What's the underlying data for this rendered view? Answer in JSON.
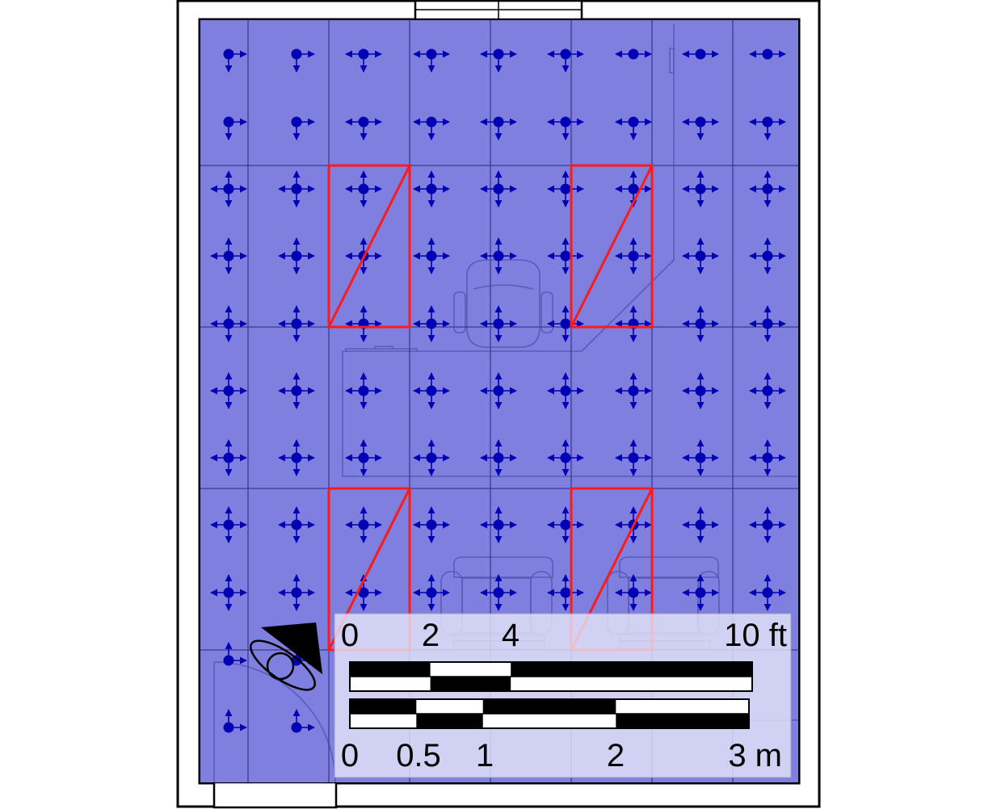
{
  "colors": {
    "floor": "#7f7fdf",
    "grid": "#3a3a8e",
    "marker": "#0000b4",
    "luminaire": "#ff1a1a",
    "wall": "#000000",
    "furniture": "#5a5ab8",
    "scale_panel": "#c7c7f0"
  },
  "icons": {
    "point": "calc-point-icon",
    "luminaire": "luminaire-icon",
    "north": "north-arrow-icon",
    "door": "door-swing-icon",
    "chair": "office-chair-icon",
    "armchair": "armchair-icon",
    "desk": "desk-icon",
    "window": "window-icon"
  },
  "scale_bar": {
    "imperial": {
      "labels": [
        "0",
        "2",
        "4",
        "10 ft"
      ]
    },
    "metric": {
      "labels": [
        "0",
        "0.5",
        "1",
        "2",
        "3 m"
      ]
    }
  }
}
